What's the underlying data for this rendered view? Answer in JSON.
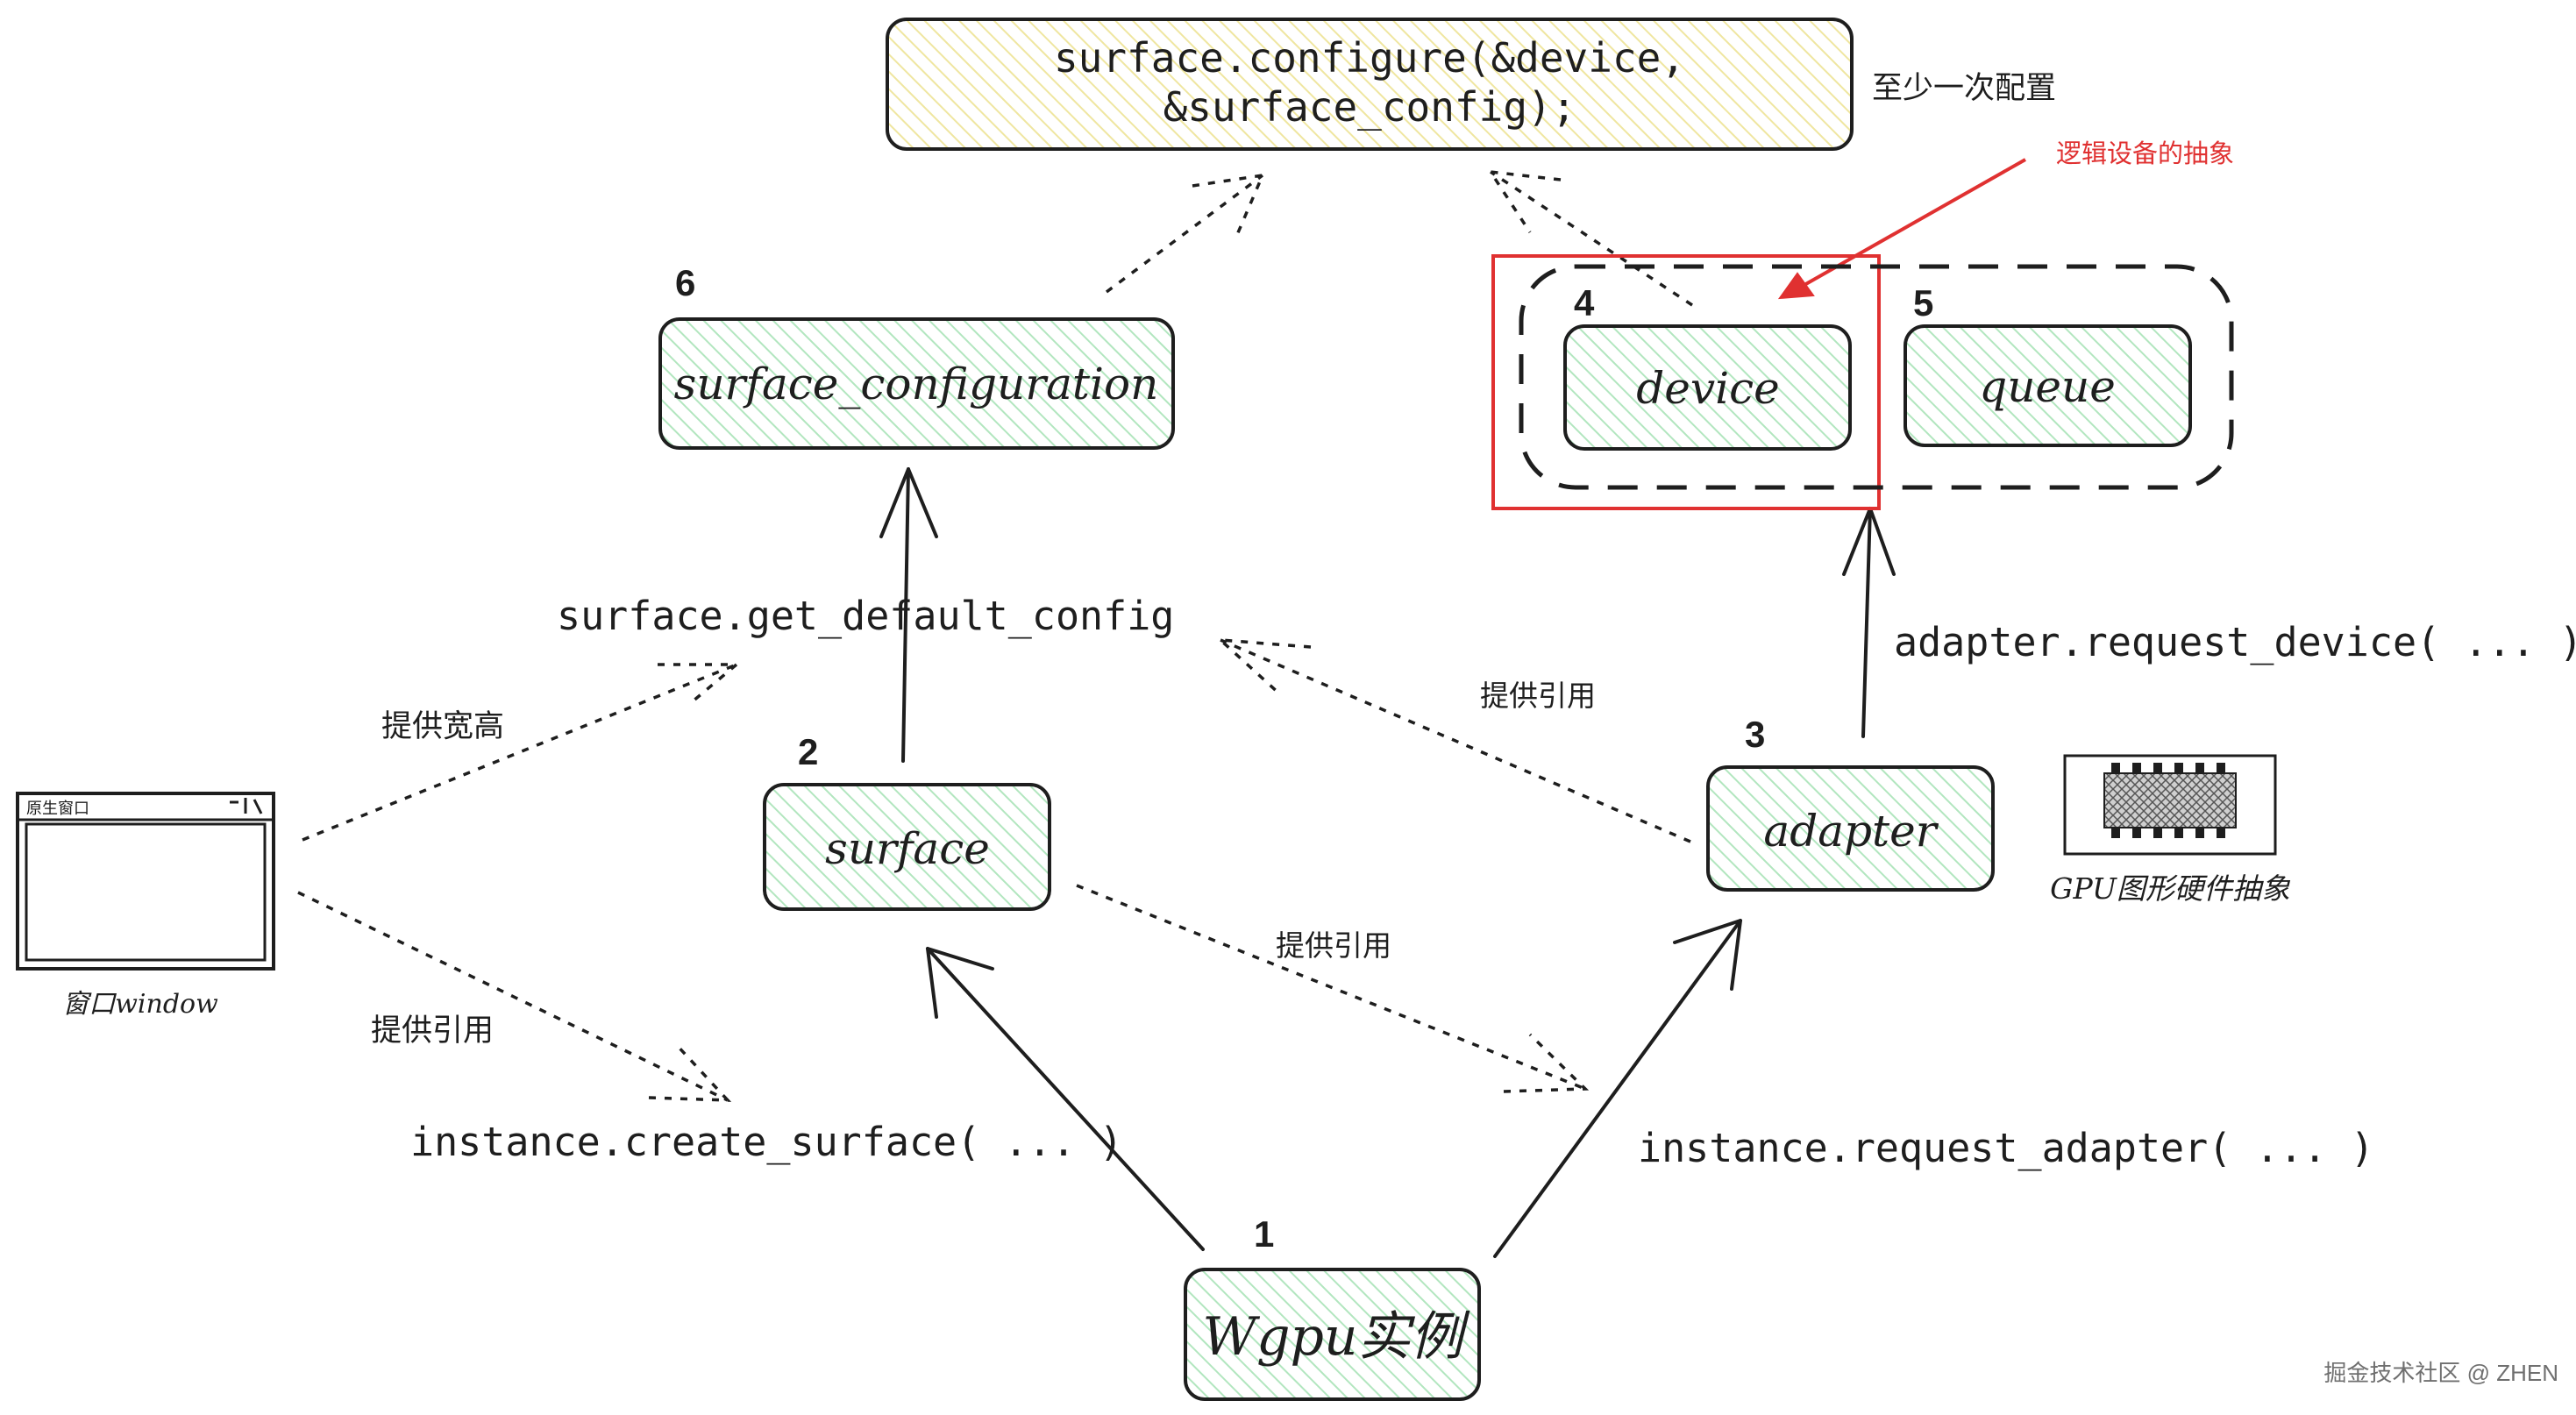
{
  "nodes": {
    "configure": {
      "line1": "surface.configure(&device,",
      "line2": "&surface_config);"
    },
    "surface_configuration": {
      "label": "surface_configuration",
      "step": "6"
    },
    "device": {
      "label": "device",
      "step": "4"
    },
    "queue": {
      "label": "queue",
      "step": "5"
    },
    "surface": {
      "label": "surface",
      "step": "2"
    },
    "adapter": {
      "label": "adapter",
      "step": "3"
    },
    "wgpu": {
      "label": "Wgpu实例",
      "step": "1"
    }
  },
  "labels": {
    "at_least_once": "至少一次配置",
    "logical_device": "逻辑设备的抽象",
    "get_default_config": "surface.get_default_config",
    "request_device": "adapter.request_device( ... )",
    "create_surface": "instance.create_surface( ... )",
    "request_adapter": "instance.request_adapter( ... )",
    "provide_size": "提供宽高",
    "provide_ref_1": "提供引用",
    "provide_ref_2": "提供引用",
    "provide_ref_3": "提供引用",
    "window_title": "原生窗口",
    "window_caption": "窗口window",
    "gpu_caption": "GPU图形硬件抽象",
    "watermark": "掘金技术社区 @ ZHEN"
  },
  "colors": {
    "node_green": "#d4f0da",
    "node_yellow": "#f8f4c9",
    "highlight_red": "#e03131",
    "stroke": "#1e1e1e"
  }
}
